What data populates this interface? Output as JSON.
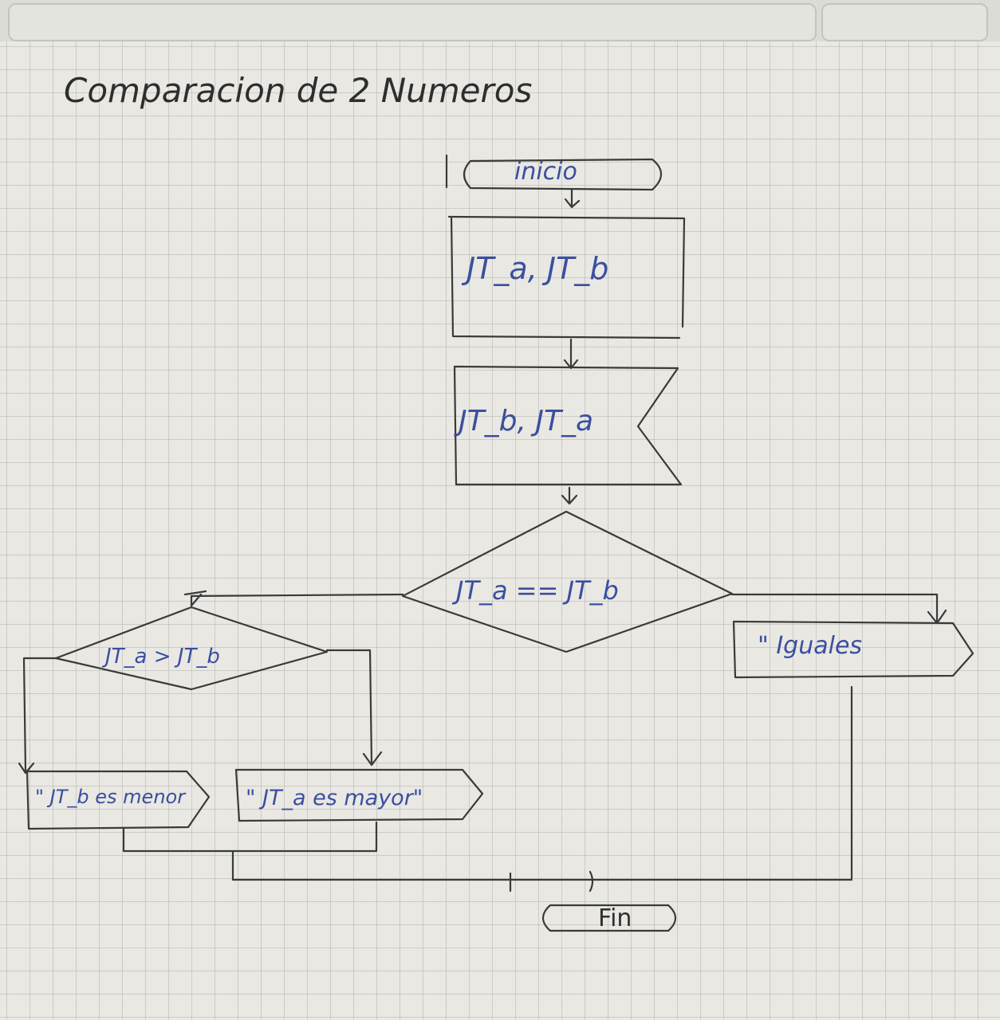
{
  "title": "Comparacion de 2 Numeros",
  "start_label": "inicio",
  "input_label": "JT_a, JT_b",
  "read_label": "JT_b, JT_a",
  "decision_equal": "JT_a == JT_b",
  "decision_greater": "JT_a > JT_b",
  "output_equal": "\" Iguales",
  "output_less": "\" JT_b es menor",
  "output_greater": "\" JT_a es mayor\"",
  "end_label": "Fin",
  "colors": {
    "ink": "#3a3a3a",
    "blue_ink": "#3b4fa0",
    "paper": "#e9e8e3"
  }
}
